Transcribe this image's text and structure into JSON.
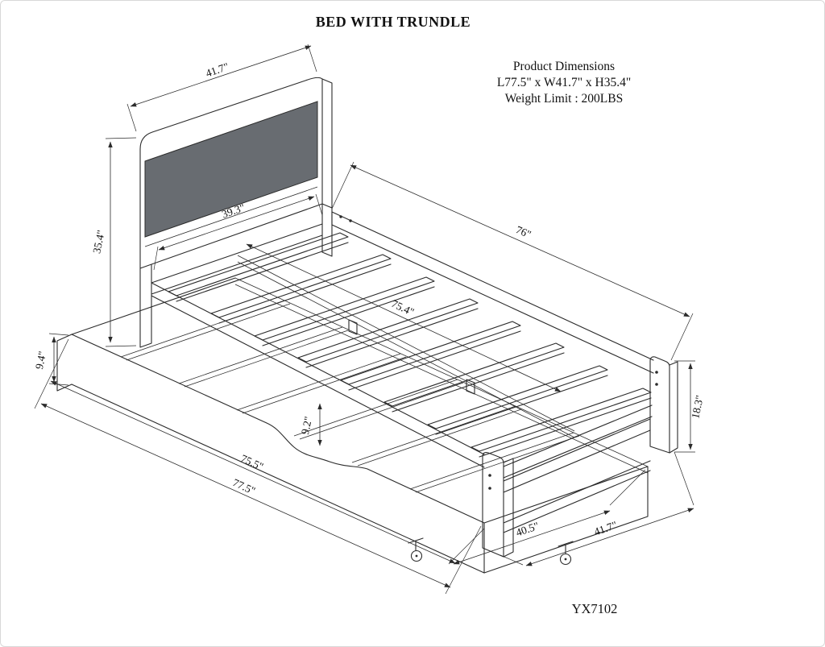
{
  "title": "BED WITH TRUNDLE",
  "model": "YX7102",
  "product_info": {
    "heading": "Product Dimensions",
    "size": "L77.5\" x W41.7\" x H35.4\"",
    "weight": "Weight Limit : 200LBS"
  },
  "dims": {
    "headboard_width": "41.7\"",
    "overall_height": "35.4\"",
    "headboard_inner_width": "39.3\"",
    "frame_length": "76\"",
    "slat_support_length": "75.4\"",
    "footboard_height": "18.3\"",
    "trundle_side_height": "9.4\"",
    "trundle_inner_height": "9.2\"",
    "trundle_inner_length": "75.5\"",
    "trundle_length": "77.5\"",
    "trundle_width": "40.5\"",
    "frame_width": "41.7\""
  },
  "colors": {
    "line": "#2b2b2b",
    "panel_fill": "#686c71",
    "background": "#ffffff"
  }
}
